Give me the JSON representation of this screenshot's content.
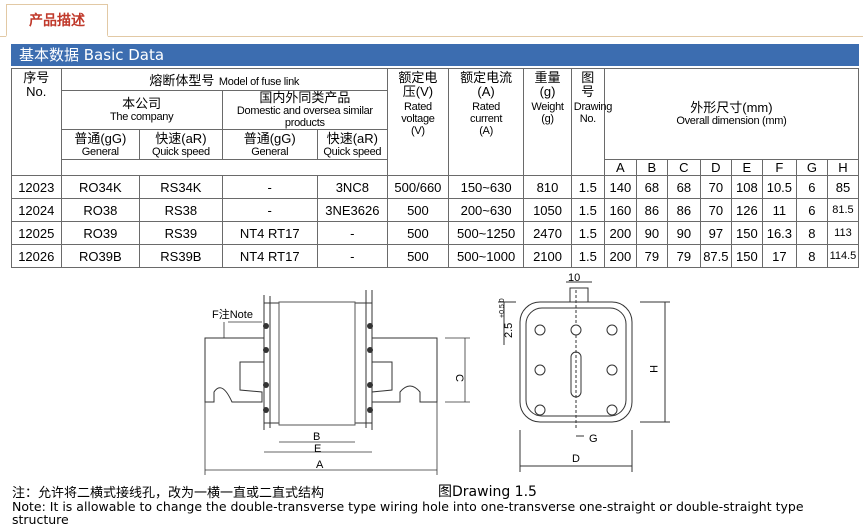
{
  "tab": {
    "label": "产品描述"
  },
  "section": {
    "title": "基本数据 Basic Data"
  },
  "table": {
    "h_no_zh": "序号",
    "h_no_en": "No.",
    "h_model_zh": "熔断体型号",
    "h_model_en": "Model of fuse link",
    "h_company_zh": "本公司",
    "h_company_en": "The company",
    "h_similar_zh": "国内外同类产品",
    "h_similar_en": "Domestic and oversea similar products",
    "h_gg_zh": "普通(gG)",
    "h_gg_en": "General",
    "h_ar_zh": "快速(aR)",
    "h_ar_en": "Quick speed",
    "h_voltage_zh": "额定电压(V)",
    "h_voltage_en": "Rated voltage (V)",
    "h_current_zh": "额定电流(A)",
    "h_current_en": "Rated current (A)",
    "h_weight_zh": "重量(g)",
    "h_weight_en": "Weight (g)",
    "h_drawing_zh": "图号",
    "h_drawing_en": "Drawing No.",
    "h_dim_zh": "外形尺寸(mm)",
    "h_dim_en": "Overall dimension (mm)",
    "dim_letters": [
      "A",
      "B",
      "C",
      "D",
      "E",
      "F",
      "G",
      "H"
    ],
    "rows": [
      [
        "12023",
        "RO34K",
        "RS34K",
        "-",
        "3NC8",
        "500/660",
        "150~630",
        "810",
        "1.5",
        "140",
        "68",
        "68",
        "70",
        "108",
        "10.5",
        "6",
        "85"
      ],
      [
        "12024",
        "RO38",
        "RS38",
        "-",
        "3NE3626",
        "500",
        "200~630",
        "1050",
        "1.5",
        "160",
        "86",
        "86",
        "70",
        "126",
        "11",
        "6",
        "81.5"
      ],
      [
        "12025",
        "RO39",
        "RS39",
        "NT4 RT17",
        "-",
        "500",
        "500~1250",
        "2470",
        "1.5",
        "200",
        "90",
        "90",
        "97",
        "150",
        "16.3",
        "8",
        "113"
      ],
      [
        "12026",
        "RO39B",
        "RS39B",
        "NT4 RT17",
        "-",
        "500",
        "500~1000",
        "2100",
        "1.5",
        "200",
        "79",
        "79",
        "87.5",
        "150",
        "17",
        "8",
        "114.5"
      ]
    ]
  },
  "drawing": {
    "note_label": "F注Note",
    "labels": {
      "A": "A",
      "B": "B",
      "C": "C",
      "D": "D",
      "E": "E",
      "G": "G",
      "H": "H",
      "ten": "10",
      "slot": "2.5"
    },
    "slot_tol": "+0.5\n0"
  },
  "footer": {
    "note_cn": "注：允许将二横式接线孔，改为一横一直或二直式结构",
    "caption": "图Drawing 1.5",
    "note_en": "Note: It is allowable to change the double-transverse type wiring hole into one-transverse one-straight or double-straight type structure"
  }
}
